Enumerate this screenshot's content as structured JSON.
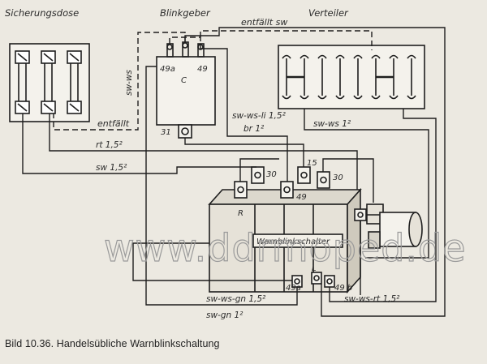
{
  "labels": {
    "fuse_box": "Sicherungsdose",
    "flasher": "Blinkgeber",
    "distributor": "Verteiler",
    "omitted_sw": "entfällt sw",
    "omitted": "entfällt",
    "sw_ws_vertical": "sw-ws",
    "flasher_term_49a": "49a",
    "flasher_term_c": "C",
    "flasher_term_49": "49",
    "flasher_term_31": "31",
    "wire_sw_ws_li": "sw-ws-li 1,5²",
    "wire_br": "br 1²",
    "wire_rt": "rt 1,5²",
    "wire_sw": "sw 1,5²",
    "wire_sw_ws_dist": "sw-ws 1²",
    "switch_term_30a": "30",
    "switch_term_15": "15",
    "switch_term_30b": "30",
    "switch_term_49": "49",
    "switch_term_r": "R",
    "switch_name": "Warnblinkschalter",
    "switch_term_49a": "49a",
    "switch_term_l": "L",
    "switch_term_49b": "49 b",
    "wire_sw_ws_gn": "sw-ws-gn 1,5²",
    "wire_sw_ws_rt": "sw-ws-rt 1,5²",
    "wire_sw_gn": "sw-gn 1²",
    "watermark": "www.ddrmoped.de"
  },
  "caption": "Bild 10.36. Handelsübliche Warnblinkschaltung"
}
